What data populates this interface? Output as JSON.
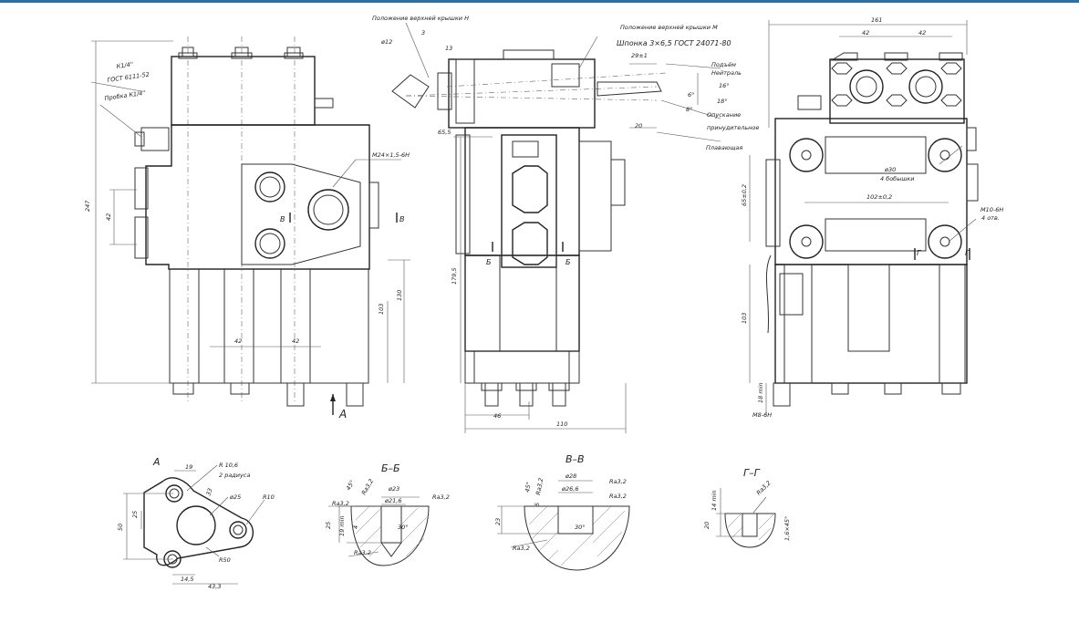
{
  "labels": {
    "pos_n": "Положение верхней крышки Н",
    "pos_m": "Положение верхней крышки М",
    "key": "Шпонка 3×6,5 ГОСТ 24071-80",
    "k14": "К1/4''",
    "gost6111": "ГОСТ 6111-52",
    "plug": "Пробка К1/4''",
    "m24": "М24×1,5-6Н",
    "podem": "Подъём",
    "neutral": "Нейтраль",
    "opusk": "Опускание",
    "prinud": "принудительное",
    "plav": "Плавающая",
    "d30": "ø30",
    "bob4": "4 бобышки",
    "m10": "М10-6Н",
    "otv4": "4 отв.",
    "view_a": "А",
    "sec_bb": "Б–Б",
    "sec_vv": "В–В",
    "sec_gg": "Г–Г",
    "r106": "R 10,6",
    "rad2": "2 радиуса",
    "r10": "R10",
    "r50": "R50",
    "d25": "ø25",
    "ra32": "Ra3,2"
  },
  "dims": {
    "d161": "161",
    "d42": "42",
    "d247": "247",
    "d130": "130",
    "d103": "103",
    "d1795": "179,5",
    "d655": "65,5",
    "d46": "46",
    "d110": "110",
    "d29": "29±1",
    "d20": "20",
    "d16": "16°",
    "d18": "18°",
    "d8": "8°",
    "d6": "6°",
    "d12": "ø12",
    "d13": "13",
    "d3": "3",
    "d65": "65±0,2",
    "d102": "102±0,2",
    "d18min": "18 min",
    "m8": "М8-6Н",
    "d19": "19",
    "d33": "33",
    "d25": "25",
    "d50": "50",
    "d145": "14,5",
    "d433": "43,3",
    "d23": "ø23",
    "d216": "ø21,6",
    "d19min": "19 min",
    "d30deg": "30°",
    "d45": "45°",
    "d4": "4",
    "d28": "ø28",
    "d266": "ø26,6",
    "d5": "5",
    "d23b": "23",
    "d14min": "14 min",
    "d20b": "20",
    "d16x45": "1,6×45°"
  },
  "markers": {
    "b": "Б",
    "v": "В",
    "g": "Г",
    "a": "А"
  }
}
